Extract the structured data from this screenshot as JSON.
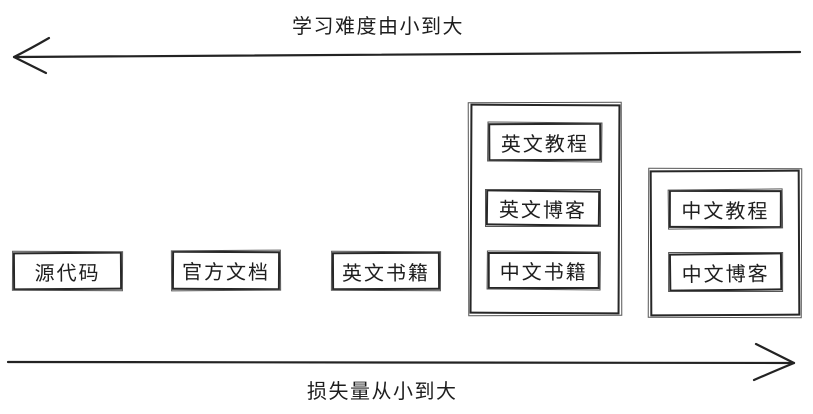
{
  "colors": {
    "stroke": "#1e1e1e",
    "background": "#ffffff"
  },
  "axes": {
    "top": {
      "label": "学习难度由小到大",
      "direction": "left"
    },
    "bottom": {
      "label": "损失量从小到大",
      "direction": "right"
    }
  },
  "boxes": {
    "source_code": "源代码",
    "official_docs": "官方文档",
    "english_books": "英文书籍",
    "english_tutorials": "英文教程",
    "english_blogs": "英文博客",
    "chinese_books": "中文书籍",
    "chinese_tutorials": "中文教程",
    "chinese_blogs": "中文博客"
  }
}
